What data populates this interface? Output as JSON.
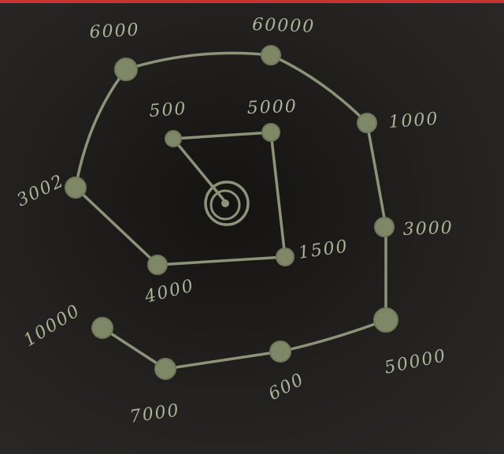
{
  "diagram": {
    "colors": {
      "chalk": "#8c9478",
      "node": "#7e8866",
      "label": "#aab396",
      "board": "#1e1c1b"
    },
    "start_marker": "start-circle",
    "inner_ring": {
      "nodes": [
        {
          "id": "n500",
          "label": "500"
        },
        {
          "id": "n5000",
          "label": "5000"
        },
        {
          "id": "n1500",
          "label": "1500"
        },
        {
          "id": "n4000",
          "label": "4000"
        }
      ]
    },
    "outer_ring": {
      "nodes": [
        {
          "id": "n3002",
          "label": "3002"
        },
        {
          "id": "n6000",
          "label": "6000"
        },
        {
          "id": "n60000",
          "label": "60000"
        },
        {
          "id": "n1000",
          "label": "1000"
        },
        {
          "id": "n3000",
          "label": "3000"
        },
        {
          "id": "n50000",
          "label": "50000"
        }
      ]
    },
    "tail": {
      "nodes": [
        {
          "id": "n600",
          "label": "600"
        },
        {
          "id": "n7000",
          "label": "7000"
        },
        {
          "id": "n10000",
          "label": "10000"
        }
      ]
    }
  }
}
